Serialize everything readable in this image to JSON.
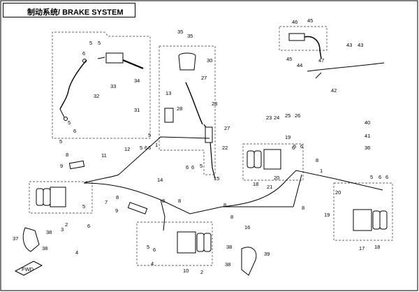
{
  "title": "制动系统/ BRAKE SYSTEM",
  "badge": "FWD",
  "callouts": [
    {
      "id": "c1",
      "text": "1"
    },
    {
      "id": "c2",
      "text": "2"
    },
    {
      "id": "c3",
      "text": "2"
    },
    {
      "id": "c4",
      "text": "3"
    },
    {
      "id": "c5",
      "text": "4"
    },
    {
      "id": "c6",
      "text": "4"
    },
    {
      "id": "c7",
      "text": "5"
    },
    {
      "id": "c8",
      "text": "5"
    },
    {
      "id": "c9",
      "text": "5"
    },
    {
      "id": "c10",
      "text": "5"
    },
    {
      "id": "c11",
      "text": "5"
    },
    {
      "id": "c12",
      "text": "5"
    },
    {
      "id": "c13",
      "text": "5"
    },
    {
      "id": "c14",
      "text": "6"
    },
    {
      "id": "c15",
      "text": "6"
    },
    {
      "id": "c16",
      "text": "6"
    },
    {
      "id": "c17",
      "text": "6"
    },
    {
      "id": "c18",
      "text": "6"
    },
    {
      "id": "c19",
      "text": "6"
    },
    {
      "id": "c20",
      "text": "6"
    },
    {
      "id": "c21",
      "text": "6"
    },
    {
      "id": "c22",
      "text": "7"
    },
    {
      "id": "c23",
      "text": "8"
    },
    {
      "id": "c24",
      "text": "8"
    },
    {
      "id": "c25",
      "text": "8"
    },
    {
      "id": "c26",
      "text": "8"
    },
    {
      "id": "c27",
      "text": "8"
    },
    {
      "id": "c28",
      "text": "8"
    },
    {
      "id": "c29",
      "text": "9"
    },
    {
      "id": "c30",
      "text": "9"
    },
    {
      "id": "c31",
      "text": "10"
    },
    {
      "id": "c32",
      "text": "11"
    },
    {
      "id": "c33",
      "text": "12"
    },
    {
      "id": "c34",
      "text": "13"
    },
    {
      "id": "c35",
      "text": "14"
    },
    {
      "id": "c36",
      "text": "15"
    },
    {
      "id": "c37",
      "text": "16"
    },
    {
      "id": "c38",
      "text": "17"
    },
    {
      "id": "c39",
      "text": "18"
    },
    {
      "id": "c40",
      "text": "18"
    },
    {
      "id": "c41",
      "text": "19"
    },
    {
      "id": "c42",
      "text": "19"
    },
    {
      "id": "c43",
      "text": "20"
    },
    {
      "id": "c44",
      "text": "20"
    },
    {
      "id": "c45",
      "text": "21"
    },
    {
      "id": "c46",
      "text": "22"
    },
    {
      "id": "c47",
      "text": "23"
    },
    {
      "id": "c48",
      "text": "24"
    },
    {
      "id": "c49",
      "text": "25"
    },
    {
      "id": "c50",
      "text": "26"
    },
    {
      "id": "c51",
      "text": "27"
    },
    {
      "id": "c52",
      "text": "27"
    },
    {
      "id": "c53",
      "text": "28"
    },
    {
      "id": "c54",
      "text": "28"
    },
    {
      "id": "c55",
      "text": "30"
    },
    {
      "id": "c56",
      "text": "31"
    },
    {
      "id": "c57",
      "text": "32"
    },
    {
      "id": "c58",
      "text": "33"
    },
    {
      "id": "c59",
      "text": "34"
    },
    {
      "id": "c60",
      "text": "35"
    },
    {
      "id": "c61",
      "text": "35"
    },
    {
      "id": "c62",
      "text": "36"
    },
    {
      "id": "c63",
      "text": "37"
    },
    {
      "id": "c64",
      "text": "38"
    },
    {
      "id": "c65",
      "text": "38"
    },
    {
      "id": "c66",
      "text": "38"
    },
    {
      "id": "c67",
      "text": "38"
    },
    {
      "id": "c68",
      "text": "39"
    },
    {
      "id": "c69",
      "text": "40"
    },
    {
      "id": "c70",
      "text": "41"
    },
    {
      "id": "c71",
      "text": "42"
    },
    {
      "id": "c72",
      "text": "43"
    },
    {
      "id": "c73",
      "text": "43"
    },
    {
      "id": "c74",
      "text": "44"
    },
    {
      "id": "c75",
      "text": "45"
    },
    {
      "id": "c76",
      "text": "45"
    },
    {
      "id": "c77",
      "text": "46"
    },
    {
      "id": "c78",
      "text": "47"
    },
    {
      "id": "c79",
      "text": "1"
    },
    {
      "id": "c80",
      "text": "5"
    },
    {
      "id": "c81",
      "text": "6"
    },
    {
      "id": "c82",
      "text": "5"
    },
    {
      "id": "c83",
      "text": "6"
    },
    {
      "id": "c84",
      "text": "8"
    },
    {
      "id": "c85",
      "text": "8"
    },
    {
      "id": "c86",
      "text": "5"
    },
    {
      "id": "c87",
      "text": "6"
    },
    {
      "id": "c88",
      "text": "5"
    },
    {
      "id": "c89",
      "text": "6"
    }
  ]
}
